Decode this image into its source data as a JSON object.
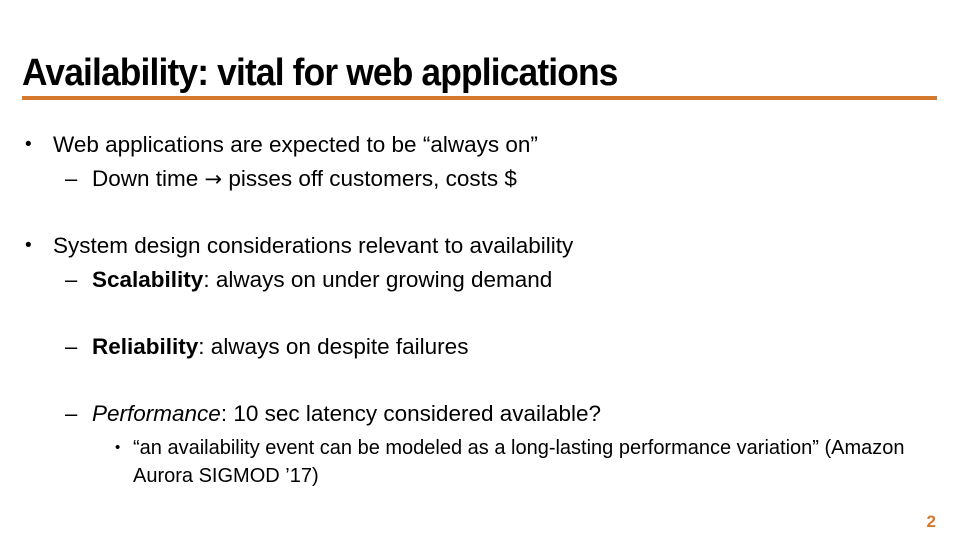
{
  "slide": {
    "title": "Availability: vital for web applications",
    "accent_color": "#d4792c",
    "background_color": "#ffffff",
    "text_color": "#000000",
    "page_number": "2"
  },
  "bullets": {
    "b1": {
      "marker": "•",
      "text": "Web applications are expected to be “always on”"
    },
    "b1s1": {
      "marker": "–",
      "text_before": "Down time ",
      "arrow": "→",
      "text_after": " pisses off customers, costs $"
    },
    "b2": {
      "marker": "•",
      "text": "System design considerations relevant to availability"
    },
    "b2s1": {
      "marker": "–",
      "term": "Scalability",
      "rest": ": always on under growing demand"
    },
    "b2s2": {
      "marker": "–",
      "term": "Reliability",
      "rest": ": always on despite failures"
    },
    "b2s3": {
      "marker": "–",
      "term": "Performance",
      "rest": ": 10 sec latency considered available?"
    },
    "b2s3a": {
      "marker": "•",
      "text": "“an availability event can be modeled as a long-lasting performance variation” (Amazon Aurora SIGMOD ’17)"
    }
  }
}
